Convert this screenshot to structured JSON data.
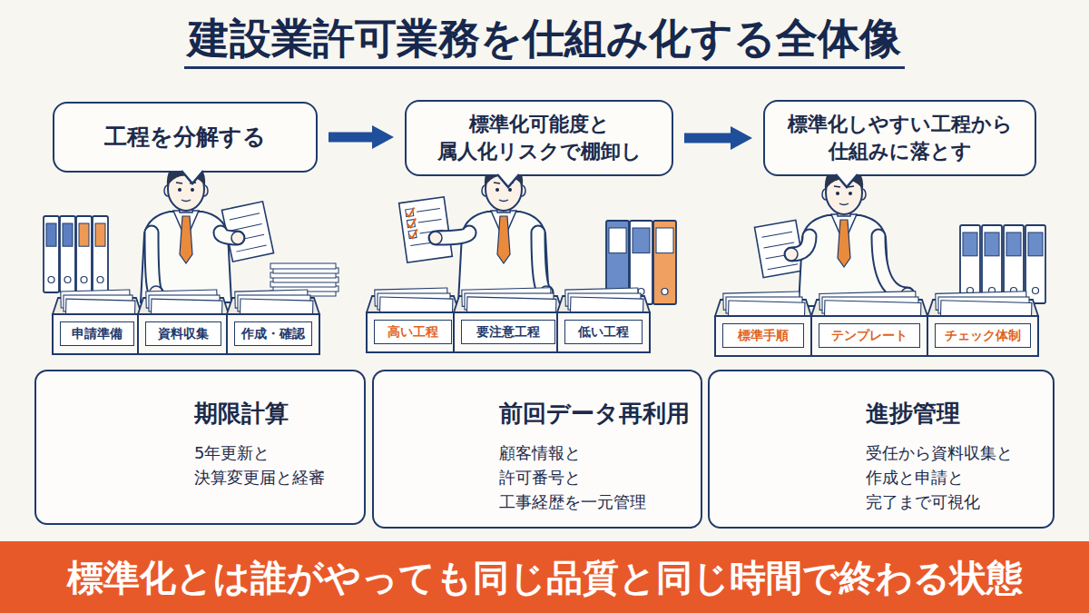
{
  "diagram": {
    "title": "建設業許可業務を仕組み化する全体像",
    "nodes": [
      {
        "text": [
          "工程を分解する"
        ]
      },
      {
        "text": [
          "標準化可能度と 属人化リスクで棚卸し"
        ]
      },
      {
        "text": [
          "標準化しやすい工程から 仕組みに落とす"
        ]
      },
      {
        "text": [
          "申請準備"
        ]
      },
      {
        "text": [
          "資料収集"
        ]
      },
      {
        "text": [
          "作成・確認"
        ]
      },
      {
        "text": [
          "高い工程"
        ]
      },
      {
        "text": [
          "要注意工程"
        ]
      },
      {
        "text": [
          "低い工程"
        ]
      },
      {
        "text": [
          "標準手順"
        ]
      },
      {
        "text": [
          "テンプレート"
        ]
      },
      {
        "text": [
          "チェック体制"
        ]
      },
      {
        "text": [
          "期限計算",
          "5年更新と 決算変更届と経審"
        ]
      },
      {
        "text": [
          "前回データ再利用",
          "顧客情報と 許可番号と 工事経歴を一元管理"
        ]
      },
      {
        "text": [
          "進捗管理",
          "受任から資料収集と 作成と申請と 完了まで可視化"
        ]
      },
      {
        "text": [
          "標準化とは誰がやっても同じ品質と同じ時間で終わる状態"
        ]
      }
    ],
    "edges": [
      {
        "from": 0,
        "to": 1,
        "arrow": "to"
      },
      {
        "from": 1,
        "to": 2,
        "arrow": "to"
      }
    ]
  }
}
